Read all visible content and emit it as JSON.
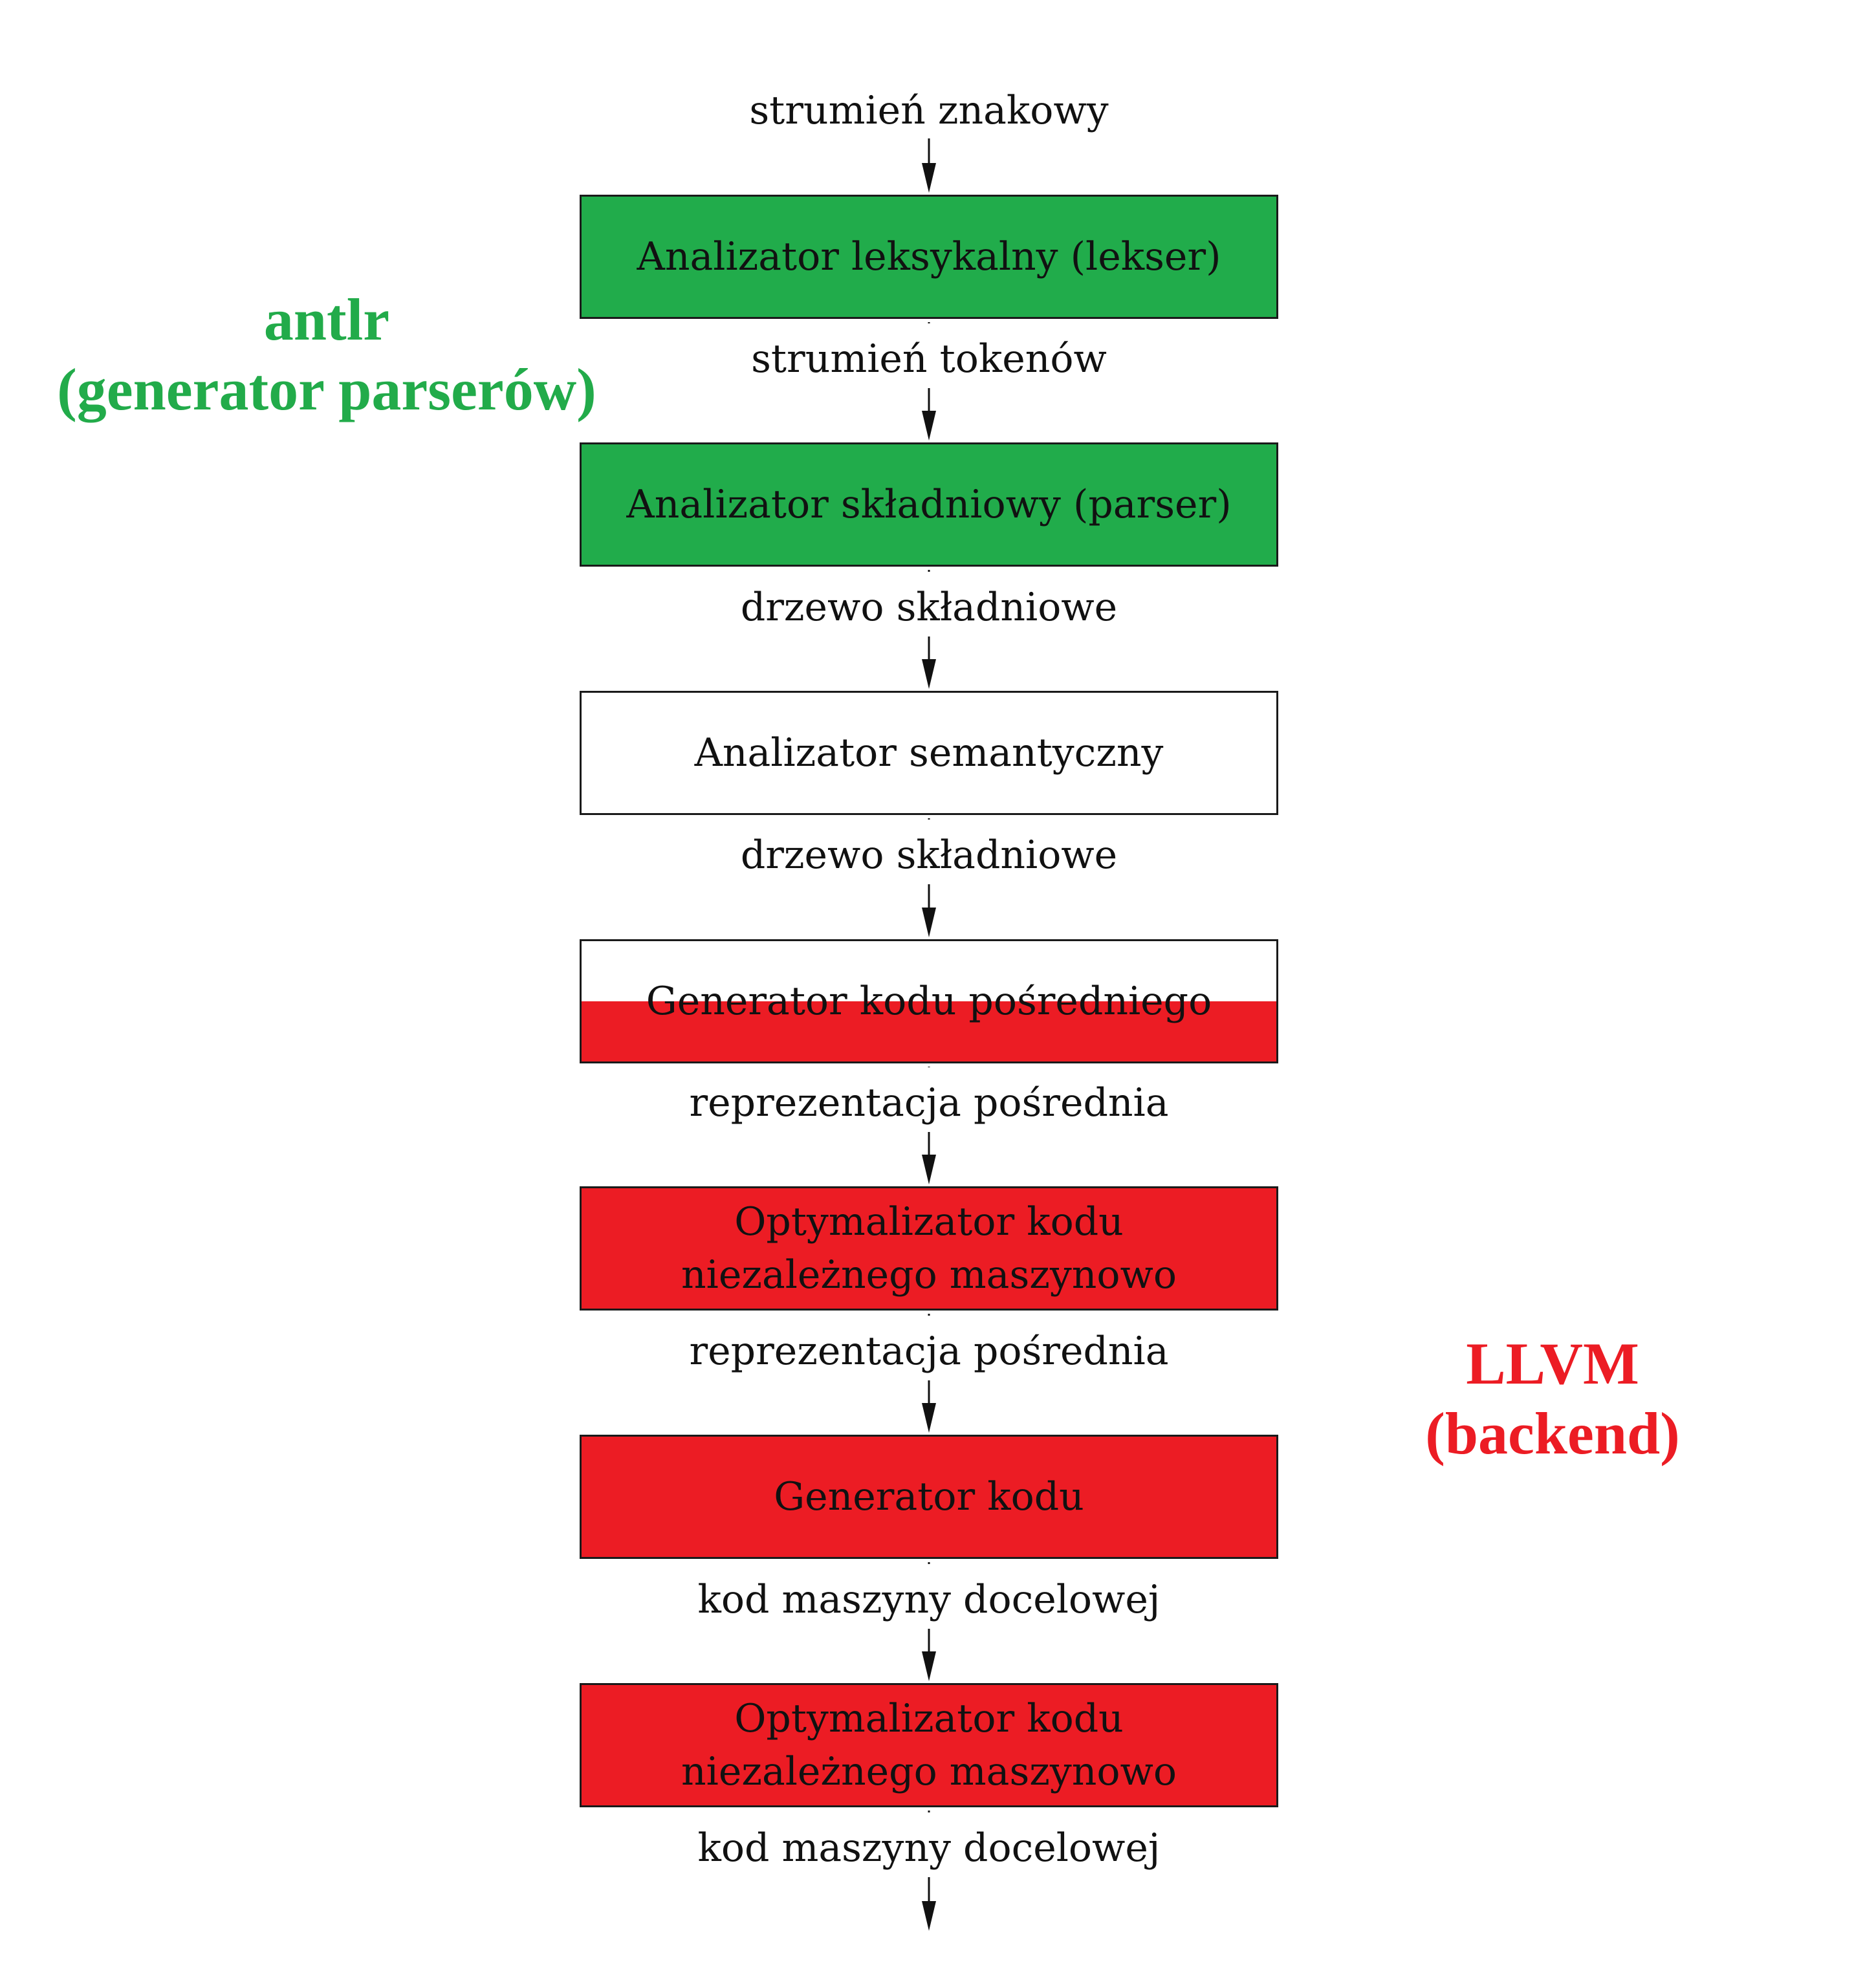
{
  "colors": {
    "green": "#21ac4b",
    "red": "#ec1c24",
    "white": "#ffffff",
    "ink": "#111111",
    "antlr_text": "#22ab4a",
    "llvm_text": "#ec1c24"
  },
  "diagram": {
    "input_label": "strumień znakowy",
    "stages": [
      {
        "lines": [
          "Analizator leksykalny (lekser)"
        ],
        "fill": "green",
        "output_label": "strumień tokenów"
      },
      {
        "lines": [
          "Analizator składniowy (parser)"
        ],
        "fill": "green",
        "output_label": "drzewo składniowe"
      },
      {
        "lines": [
          "Analizator semantyczny"
        ],
        "fill": "white",
        "output_label": "drzewo składniowe"
      },
      {
        "lines": [
          "Generator kodu pośredniego"
        ],
        "fill": "half-red",
        "output_label": "reprezentacja pośrednia"
      },
      {
        "lines": [
          "Optymalizator kodu",
          "niezależnego maszynowo"
        ],
        "fill": "red",
        "output_label": "reprezentacja pośrednia"
      },
      {
        "lines": [
          "Generator kodu"
        ],
        "fill": "red",
        "output_label": "kod maszyny docelowej"
      },
      {
        "lines": [
          "Optymalizator kodu",
          "niezależnego maszynowo"
        ],
        "fill": "red",
        "output_label": "kod maszyny docelowej"
      }
    ]
  },
  "annotations": {
    "antlr": {
      "lines": [
        "antlr",
        "(generator parserów)"
      ]
    },
    "llvm": {
      "lines": [
        "LLVM",
        "(backend)"
      ]
    }
  }
}
